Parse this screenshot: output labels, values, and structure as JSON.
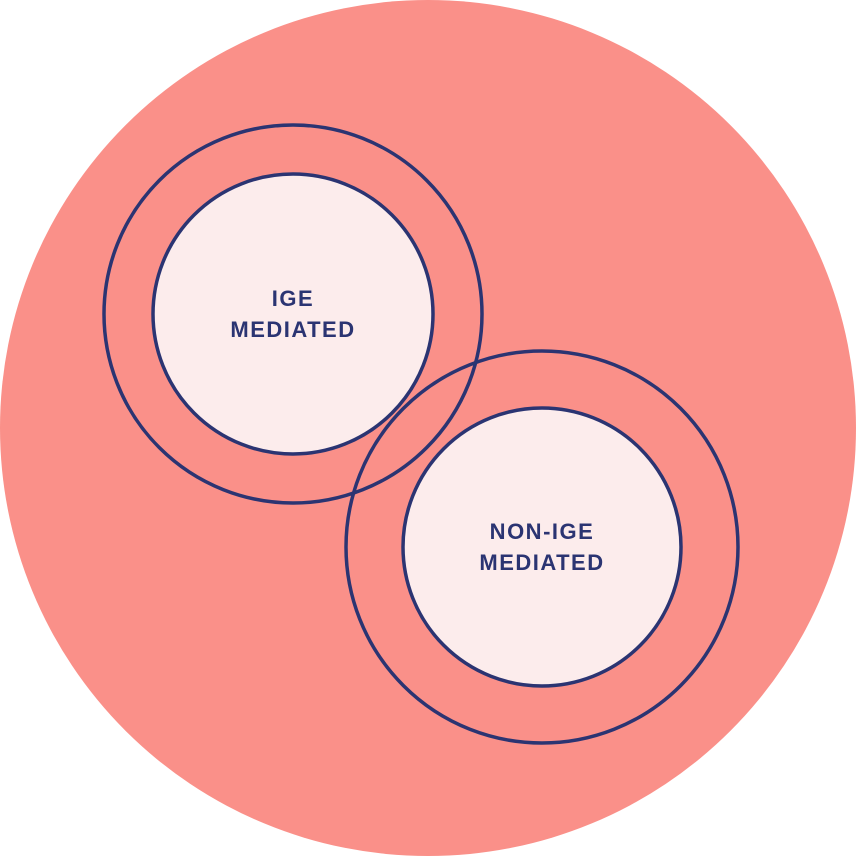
{
  "colors": {
    "outer_circle_fill": "#FA9089",
    "inner_circle_fill": "#FCECEC",
    "ring_stroke": "#2B3472",
    "label_text": "#2B3472"
  },
  "diagram": {
    "type": "euler-diagram",
    "sets": [
      {
        "id": "ige-mediated",
        "label_line1": "IGE",
        "label_line2": "MEDIATED"
      },
      {
        "id": "non-ige-mediated",
        "label_line1": "NON-IGE",
        "label_line2": "MEDIATED"
      }
    ]
  }
}
